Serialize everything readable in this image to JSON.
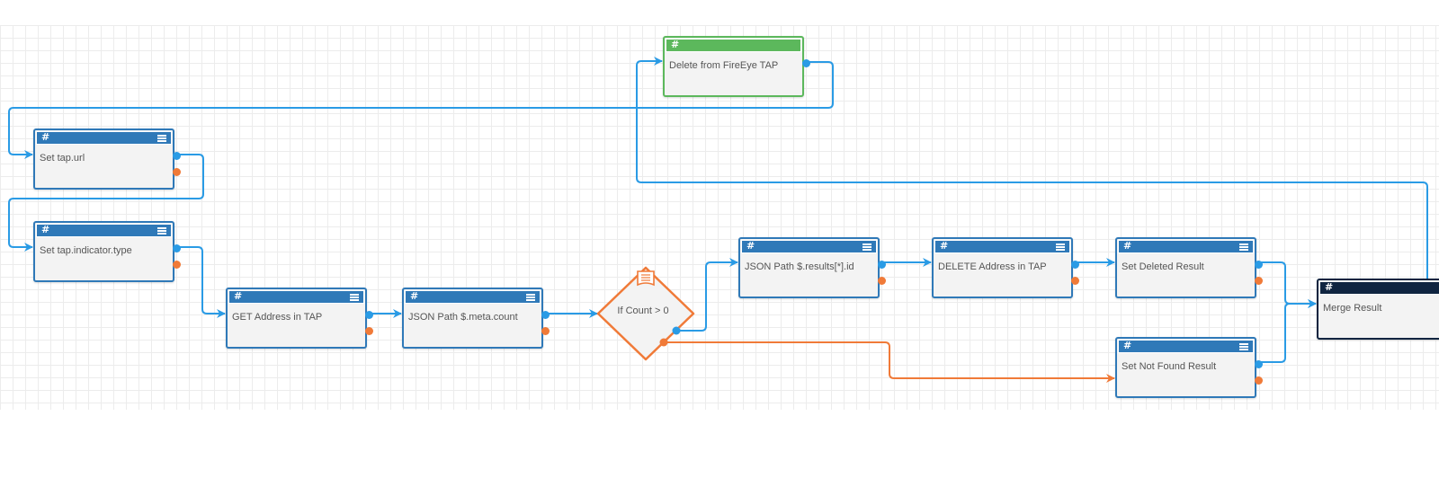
{
  "nodes": {
    "delete_fireeye": {
      "hash": "#",
      "title": "Delete from FireEye TAP"
    },
    "set_tap_url": {
      "hash": "#",
      "title": "Set tap.url"
    },
    "set_indicator_type": {
      "hash": "#",
      "title": "Set tap.indicator.type"
    },
    "get_address": {
      "hash": "#",
      "title": "GET Address in TAP"
    },
    "json_meta_count": {
      "hash": "#",
      "title": "JSON Path $.meta.count"
    },
    "json_results_id": {
      "hash": "#",
      "title": "JSON Path $.results[*].id"
    },
    "delete_address": {
      "hash": "#",
      "title": "DELETE Address in TAP"
    },
    "set_deleted": {
      "hash": "#",
      "title": "Set Deleted Result"
    },
    "set_not_found": {
      "hash": "#",
      "title": "Set Not Found Result"
    },
    "merge_result": {
      "hash": "#",
      "title": "Merge Result"
    }
  },
  "decision": {
    "title": "If Count > 0",
    "icon": "document-icon"
  },
  "colors": {
    "node_blue": "#2f79b8",
    "node_green": "#5cb85c",
    "node_dark": "#0f2440",
    "wire_success": "#2a9be5",
    "wire_error": "#f07a38",
    "decision_border": "#f07a38"
  }
}
